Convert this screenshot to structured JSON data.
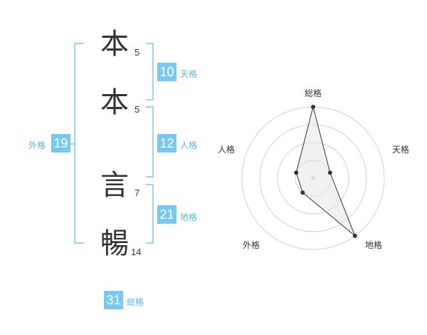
{
  "name": {
    "chars": [
      {
        "char": "本",
        "strokes": "5"
      },
      {
        "char": "本",
        "strokes": "5"
      },
      {
        "char": "言",
        "strokes": "7"
      },
      {
        "char": "暢",
        "strokes": "14"
      }
    ]
  },
  "fortunes": {
    "tenkaku": {
      "value": "10",
      "label": "天格"
    },
    "jinkaku": {
      "value": "12",
      "label": "人格"
    },
    "chikaku": {
      "value": "21",
      "label": "地格"
    },
    "gaikaku": {
      "value": "19",
      "label": "外格"
    },
    "soukaku": {
      "value": "31",
      "label": "総格"
    }
  },
  "radar": {
    "axes": [
      "総格",
      "天格",
      "地格",
      "外格",
      "人格"
    ],
    "levels": 4,
    "values": [
      4,
      1,
      4,
      1,
      1
    ],
    "max": 4,
    "line_color": "#333333",
    "fill_color": "#e8e8e8"
  },
  "colors": {
    "accent": "#78c8ef",
    "bracket": "#7cc7ee",
    "label": "#5ab4e5"
  }
}
